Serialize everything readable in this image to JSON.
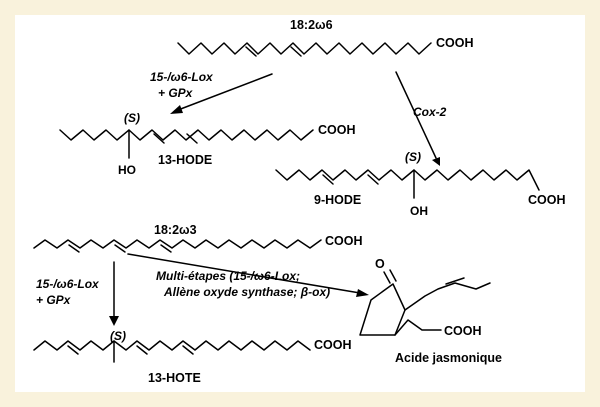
{
  "colors": {
    "frame": "#f9f2dc",
    "line": "#000000",
    "background": "#ffffff"
  },
  "compounds": {
    "top_substrate": {
      "name": "18:2ω6",
      "acid": "COOH"
    },
    "hode13": {
      "name": "13-HODE",
      "acid": "COOH",
      "stereo": "(S)",
      "hydroxyl": "HO"
    },
    "hode9": {
      "name": "9-HODE",
      "acid": "COOH",
      "stereo": "(S)",
      "hydroxyl": "OH"
    },
    "bottom_substrate": {
      "name": "18:2ω3",
      "acid": "COOH"
    },
    "hote13": {
      "name": "13-HOTE",
      "acid": "COOH",
      "stereo": "(S)"
    },
    "jasmonic": {
      "name": "Acide jasmonique",
      "acid": "COOH",
      "ketone": "O"
    }
  },
  "arrows": {
    "lox_top": {
      "line1": "15-/ω6-Lox",
      "line2": "+ GPx"
    },
    "cox2": {
      "label": "Cox-2"
    },
    "lox_bottom": {
      "line1": "15-/ω6-Lox",
      "line2": "+ GPx"
    },
    "multistep": {
      "line1": "Multi-étapes (15-/ω6-Lox;",
      "line2": "Allène oxyde synthase; β-ox)"
    }
  }
}
